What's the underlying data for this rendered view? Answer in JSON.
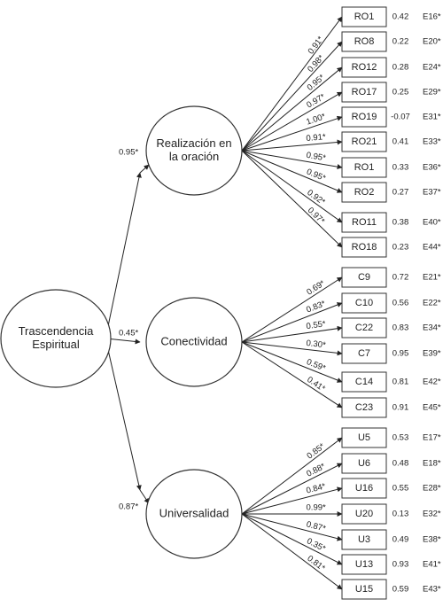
{
  "root": {
    "id": "trascendencia",
    "label_lines": [
      "Trascendencia",
      "Espiritual"
    ]
  },
  "factors": [
    {
      "id": "realizacion",
      "label_lines": [
        "Realización en",
        "la oración"
      ],
      "path_coef": "0.95*",
      "indicators": [
        {
          "name": "RO1",
          "loading": "0.91*",
          "residual": "0.42",
          "error": "E16*"
        },
        {
          "name": "RO8",
          "loading": "0.98*",
          "residual": "0.22",
          "error": "E20*"
        },
        {
          "name": "RO12",
          "loading": "0.95*",
          "residual": "0.28",
          "error": "E24*"
        },
        {
          "name": "RO17",
          "loading": "0.97*",
          "residual": "0.25",
          "error": "E29*"
        },
        {
          "name": "RO19",
          "loading": "1.00*",
          "residual": "-0.07",
          "error": "E31*"
        },
        {
          "name": "RO21",
          "loading": "0.91*",
          "residual": "0.41",
          "error": "E33*"
        },
        {
          "name": "RO1",
          "loading": "0.95*",
          "residual": "0.33",
          "error": "E36*"
        },
        {
          "name": "RO2",
          "loading": "0.95*",
          "residual": "0.27",
          "error": "E37*"
        },
        {
          "name": "RO11",
          "loading": "0.92*",
          "residual": "0.38",
          "error": "E40*"
        },
        {
          "name": "RO18",
          "loading": "0.97*",
          "residual": "0.23",
          "error": "E44*"
        }
      ]
    },
    {
      "id": "conectividad",
      "label_lines": [
        "Conectividad"
      ],
      "path_coef": "0.45*",
      "indicators": [
        {
          "name": "C9",
          "loading": "0.69*",
          "residual": "0.72",
          "error": "E21*"
        },
        {
          "name": "C10",
          "loading": "0.83*",
          "residual": "0.56",
          "error": "E22*"
        },
        {
          "name": "C22",
          "loading": "0.55*",
          "residual": "0.83",
          "error": "E34*"
        },
        {
          "name": "C7",
          "loading": "0.30*",
          "residual": "0.95",
          "error": "E39*"
        },
        {
          "name": "C14",
          "loading": "0.59*",
          "residual": "0.81",
          "error": "E42*"
        },
        {
          "name": "C23",
          "loading": "0.41*",
          "residual": "0.91",
          "error": "E45*"
        }
      ]
    },
    {
      "id": "universalidad",
      "label_lines": [
        "Universalidad"
      ],
      "path_coef": "0.87*",
      "indicators": [
        {
          "name": "U5",
          "loading": "0.85*",
          "residual": "0.53",
          "error": "E17*"
        },
        {
          "name": "U6",
          "loading": "0.88*",
          "residual": "0.48",
          "error": "E18*"
        },
        {
          "name": "U16",
          "loading": "0.84*",
          "residual": "0.55",
          "error": "E28*"
        },
        {
          "name": "U20",
          "loading": "0.99*",
          "residual": "0.13",
          "error": "E32*"
        },
        {
          "name": "U3",
          "loading": "0.87*",
          "residual": "0.49",
          "error": "E38*"
        },
        {
          "name": "U13",
          "loading": "0.35*",
          "residual": "0.93",
          "error": "E41*"
        },
        {
          "name": "U15",
          "loading": "0.81*",
          "residual": "0.59",
          "error": "E43*"
        }
      ]
    }
  ]
}
